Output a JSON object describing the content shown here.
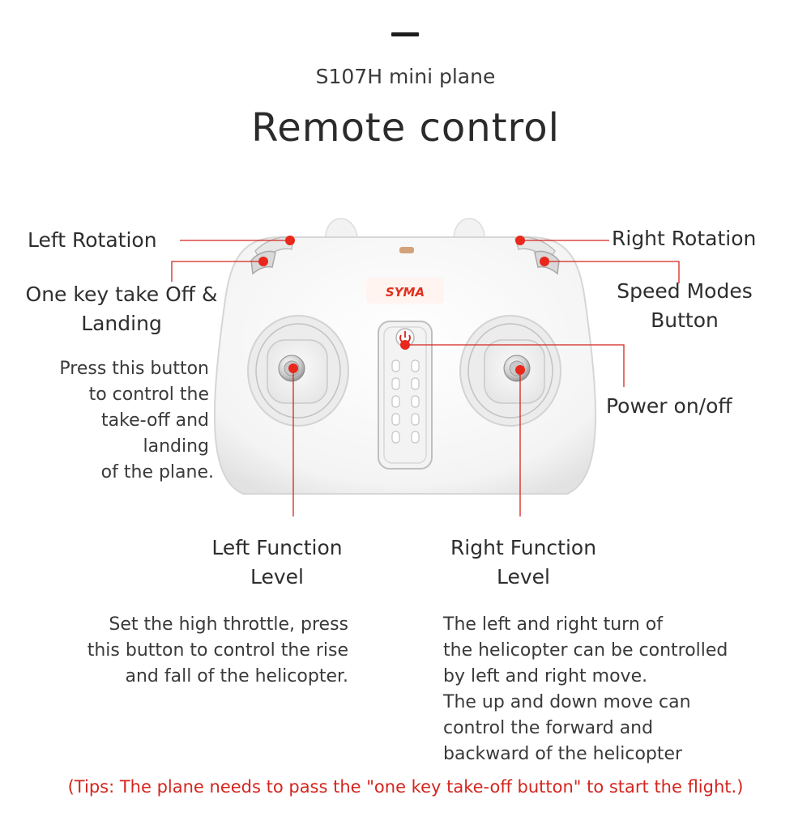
{
  "header": {
    "subtitle": "S107H mini plane",
    "title": "Remote control"
  },
  "brand": {
    "logo_text": "SYMA"
  },
  "labels": {
    "left_rotation": "Left Rotation",
    "right_rotation": "Right Rotation",
    "one_key_line1": "One key take Off &",
    "one_key_line2": "Landing",
    "one_key_desc": [
      "Press this button",
      "to control the",
      "take-off and",
      "landing",
      "of the plane."
    ],
    "speed_modes_line1": "Speed Modes",
    "speed_modes_line2": "Button",
    "power": "Power on/off",
    "left_function_line1": "Left Function",
    "left_function_line2": "Level",
    "left_function_desc": [
      "Set the high throttle, press",
      "this button to control the rise",
      "and fall of the helicopter."
    ],
    "right_function_line1": "Right Function",
    "right_function_line2": "Level",
    "right_function_desc": [
      "The left and right turn of",
      "the helicopter can be controlled",
      "by left and right move.",
      "The up and down move can",
      "control the forward and",
      "backward of the helicopter"
    ]
  },
  "tips": "(Tips: The plane needs to pass the \"one key take-off button\" to start the flight.)",
  "colors": {
    "accent": "#d4251e",
    "text": "#2e2e2e",
    "controller_body": "#f7f7f7"
  }
}
